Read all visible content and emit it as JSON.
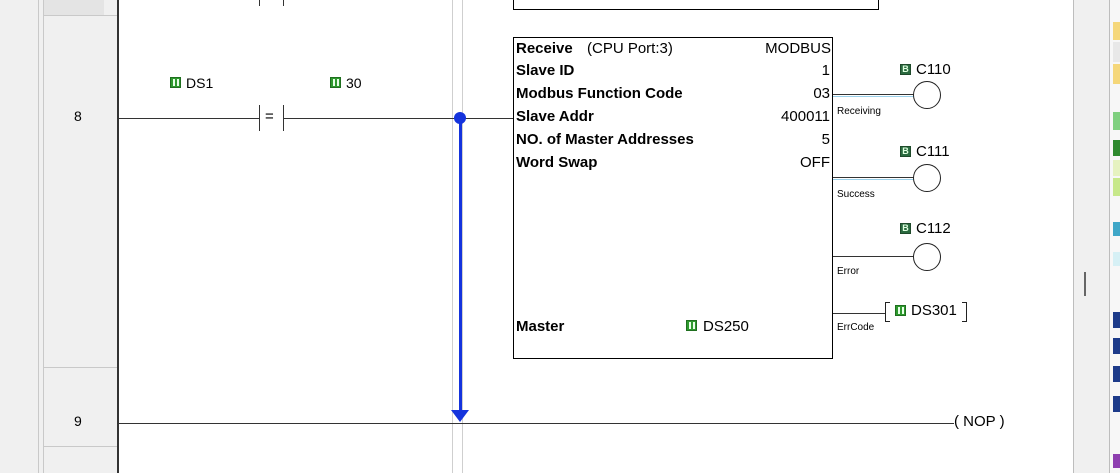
{
  "rungs": [
    {
      "number": "8"
    },
    {
      "number": "9"
    }
  ],
  "contact": {
    "operand_a": "DS1",
    "operand_b": "30",
    "compare_symbol": "="
  },
  "receive_block": {
    "title": "Receive",
    "port": "(CPU Port:3)",
    "protocol": "MODBUS",
    "params": [
      {
        "label": "Slave ID",
        "value": "1"
      },
      {
        "label": "Modbus Function Code",
        "value": "03"
      },
      {
        "label": "Slave Addr",
        "value": "400011"
      },
      {
        "label": "NO. of Master Addresses",
        "value": "5"
      },
      {
        "label": "Word Swap",
        "value": "OFF"
      }
    ],
    "master_label": "Master",
    "master_value": "DS250"
  },
  "outputs": [
    {
      "tag": "Receiving",
      "coil": "C110"
    },
    {
      "tag": "Success",
      "coil": "C111"
    },
    {
      "tag": "Error",
      "coil": "C112"
    },
    {
      "tag": "ErrCode",
      "register": "DS301"
    }
  ],
  "nop_label": "( NOP )",
  "colors": {
    "rail_blue": "#1433dd",
    "gutter": "#f0f0f0",
    "contact_icon": "#2e9a2e",
    "bit_icon": "#2a6a3f"
  }
}
